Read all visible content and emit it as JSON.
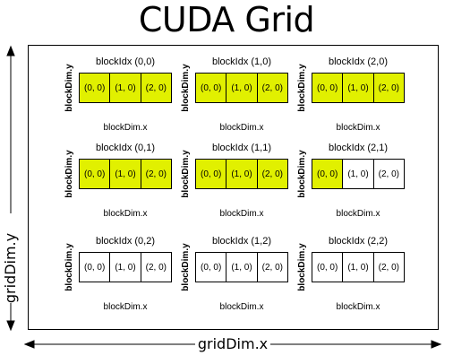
{
  "title": "CUDA Grid",
  "axis_labels": {
    "grid_dim_x": "gridDim.x",
    "grid_dim_y": "gridDim.y",
    "block_dim_x": "blockDim.x",
    "block_dim_y": "blockDim.y"
  },
  "colors": {
    "active_thread": "#e1f000",
    "inactive_thread": "#ffffff"
  },
  "blocks": [
    {
      "label": "blockIdx (0,0)",
      "threads": [
        {
          "label": "(0, 0)",
          "active": true
        },
        {
          "label": "(1, 0)",
          "active": true
        },
        {
          "label": "(2, 0)",
          "active": true
        }
      ]
    },
    {
      "label": "blockIdx (1,0)",
      "threads": [
        {
          "label": "(0, 0)",
          "active": true
        },
        {
          "label": "(1, 0)",
          "active": true
        },
        {
          "label": "(2, 0)",
          "active": true
        }
      ]
    },
    {
      "label": "blockIdx (2,0)",
      "threads": [
        {
          "label": "(0, 0)",
          "active": true
        },
        {
          "label": "(1, 0)",
          "active": true
        },
        {
          "label": "(2, 0)",
          "active": true
        }
      ]
    },
    {
      "label": "blockIdx (0,1)",
      "threads": [
        {
          "label": "(0, 0)",
          "active": true
        },
        {
          "label": "(1, 0)",
          "active": true
        },
        {
          "label": "(2, 0)",
          "active": true
        }
      ]
    },
    {
      "label": "blockIdx (1,1)",
      "threads": [
        {
          "label": "(0, 0)",
          "active": true
        },
        {
          "label": "(1, 0)",
          "active": true
        },
        {
          "label": "(2, 0)",
          "active": true
        }
      ]
    },
    {
      "label": "blockIdx (2,1)",
      "threads": [
        {
          "label": "(0, 0)",
          "active": true
        },
        {
          "label": "(1, 0)",
          "active": false
        },
        {
          "label": "(2, 0)",
          "active": false
        }
      ]
    },
    {
      "label": "blockIdx (0,2)",
      "threads": [
        {
          "label": "(0, 0)",
          "active": false
        },
        {
          "label": "(1, 0)",
          "active": false
        },
        {
          "label": "(2, 0)",
          "active": false
        }
      ]
    },
    {
      "label": "blockIdx (1,2)",
      "threads": [
        {
          "label": "(0, 0)",
          "active": false
        },
        {
          "label": "(1, 0)",
          "active": false
        },
        {
          "label": "(2, 0)",
          "active": false
        }
      ]
    },
    {
      "label": "blockIdx (2,2)",
      "threads": [
        {
          "label": "(0, 0)",
          "active": false
        },
        {
          "label": "(1, 0)",
          "active": false
        },
        {
          "label": "(2, 0)",
          "active": false
        }
      ]
    }
  ]
}
